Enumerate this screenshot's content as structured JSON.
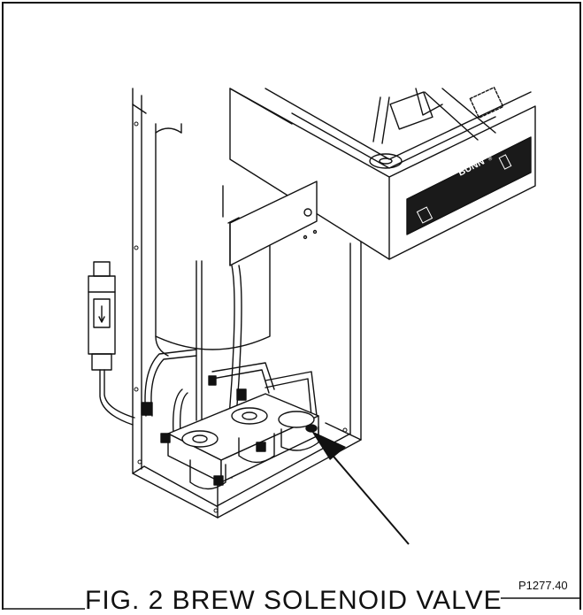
{
  "figure": {
    "caption": "FIG. 2 BREW SOLENOID VALVE",
    "part_number": "P1277.40",
    "brand_label": "BUNN",
    "brand_mark": "®"
  }
}
